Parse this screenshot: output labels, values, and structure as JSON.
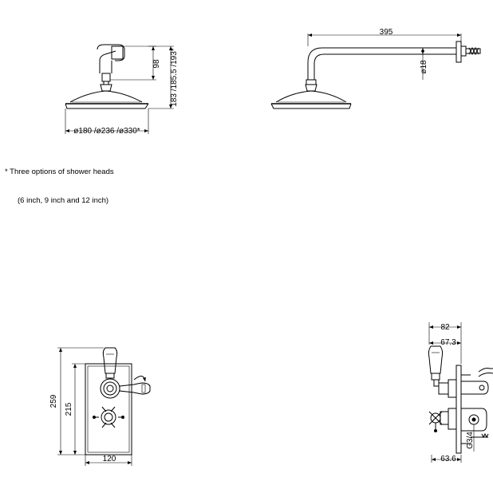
{
  "dimensions": {
    "head_side_depth": "98",
    "head_side_heights": "183 /185.5 /193*",
    "head_diameters": "ø180 /ø236 /ø330*",
    "arm_length": "395",
    "arm_diameter": "ø18",
    "valve_total_height": "259",
    "valve_plate_height": "215",
    "valve_width": "120",
    "valve_side_depth": "82",
    "valve_side_projection": "67.3",
    "valve_inlet_thread": "G3/4",
    "valve_side_bottom": "63.6"
  },
  "note": {
    "line1": "* Three options of shower heads",
    "line2": "(6 inch, 9 inch and 12 inch)"
  }
}
